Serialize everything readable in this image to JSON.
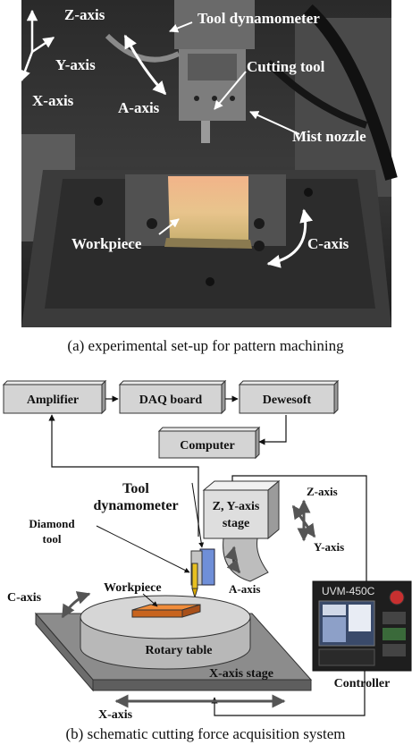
{
  "photo": {
    "labels": {
      "z_axis": "Z-axis",
      "y_axis": "Y-axis",
      "x_axis": "X-axis",
      "a_axis": "A-axis",
      "tool_dynamometer": "Tool dynamometer",
      "cutting_tool": "Cutting tool",
      "mist_nozzle": "Mist nozzle",
      "workpiece": "Workpiece",
      "c_axis": "C-axis"
    }
  },
  "caption_a": "(a) experimental set-up for pattern machining",
  "schematic": {
    "boxes": {
      "amplifier": "Amplifier",
      "daq_board": "DAQ board",
      "dewesoft": "Dewesoft",
      "computer": "Computer"
    },
    "labels": {
      "tool_line1": "Tool",
      "tool_line2": "dynamometer",
      "diamond_line1": "Diamond",
      "diamond_line2": "tool",
      "stage_line1": "Z, Y-axis",
      "stage_line2": "stage",
      "z_axis": "Z-axis",
      "y_axis": "Y-axis",
      "a_axis": "A-axis",
      "c_axis": "C-axis",
      "workpiece": "Workpiece",
      "rotary_table": "Rotary table",
      "x_stage": "X-axis stage",
      "x_axis": "X-axis",
      "controller": "Controller",
      "controller_model": "UVM-450C"
    }
  },
  "caption_b": "(b) schematic cutting force acquisition system"
}
